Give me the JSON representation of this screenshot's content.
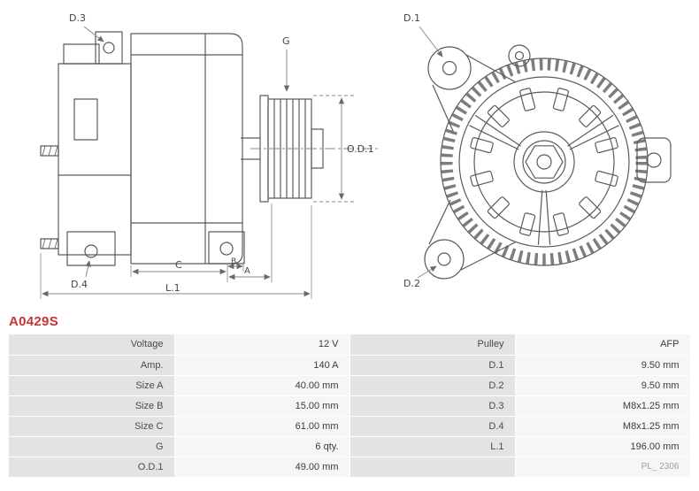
{
  "part_number": "A0429S",
  "diagram": {
    "side_view_labels": {
      "d3": "D.3",
      "d4": "D.4",
      "g": "G",
      "od1": "O.D.1",
      "c": "C",
      "b": "B",
      "a": "A",
      "l1": "L.1"
    },
    "rear_view_labels": {
      "d1": "D.1",
      "d2": "D.2"
    }
  },
  "table": {
    "rows": [
      {
        "label_left": "Voltage",
        "value_left": "12 V",
        "label_right": "Pulley",
        "value_right": "AFP"
      },
      {
        "label_left": "Amp.",
        "value_left": "140 A",
        "label_right": "D.1",
        "value_right": "9.50 mm"
      },
      {
        "label_left": "Size A",
        "value_left": "40.00 mm",
        "label_right": "D.2",
        "value_right": "9.50 mm"
      },
      {
        "label_left": "Size B",
        "value_left": "15.00 mm",
        "label_right": "D.3",
        "value_right": "M8x1.25 mm"
      },
      {
        "label_left": "Size C",
        "value_left": "61.00 mm",
        "label_right": "D.4",
        "value_right": "M8x1.25 mm"
      },
      {
        "label_left": "G",
        "value_left": "6 qty.",
        "label_right": "L.1",
        "value_right": "196.00 mm"
      },
      {
        "label_left": "O.D.1",
        "value_left": "49.00 mm",
        "label_right": "",
        "value_right": "PL_ 2306"
      }
    ]
  },
  "colors": {
    "part_number": "#c53535",
    "drawing_line": "#5a5a5a",
    "label_cell_bg": "#e3e3e3",
    "value_cell_bg": "#f6f6f6"
  }
}
